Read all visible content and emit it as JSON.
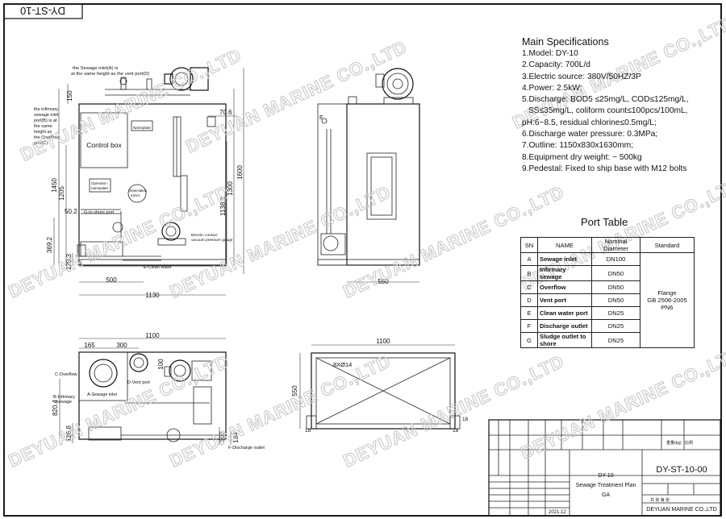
{
  "drawing_code": "DY-ST-10",
  "specs": {
    "title": "Main Specifications",
    "items": [
      "1.Model: DY-10",
      "2.Capacity: 700L/d",
      "3.Electric source: 380V/50HZ/3P",
      "4.Power: 2.5kW;",
      "5.Discharge: BOD5 ≤25mg/L, COD≤125mg/L,",
      "SS≤35mg/L, coliform count≤100pcs/100mL,",
      "pH:6~8.5, residual chlorine≤0.5mg/L;",
      "6.Discharge water pressure: 0.3MPa;",
      "7.Outline: 1150x830x1630mm;",
      "8.Equipment dry weight: ~ 500kg",
      "9.Pedestal: Fixed to ship base with M12 bolts"
    ]
  },
  "port_table": {
    "title": "Port Table",
    "headers": [
      "SN",
      "NAME",
      "Nominal Diameter",
      "Standard"
    ],
    "rows": [
      {
        "sn": "A",
        "name": "Sewage inlet",
        "dn": "DN100"
      },
      {
        "sn": "B",
        "name": "Infirmary sewage",
        "dn": "DN50"
      },
      {
        "sn": "C",
        "name": "Overflow",
        "dn": "DN50"
      },
      {
        "sn": "D",
        "name": "Vent port",
        "dn": "DN50"
      },
      {
        "sn": "E",
        "name": "Clean water port",
        "dn": "DN25"
      },
      {
        "sn": "F",
        "name": "Discharge outlet",
        "dn": "DN25"
      },
      {
        "sn": "G",
        "name": "Sludge outlet to shore",
        "dn": "DN25"
      }
    ],
    "standard_line1": "Flange",
    "standard_line2": "GB 2506-2005 PN6"
  },
  "front_view": {
    "note_sewage_inlet": [
      "the Sewage inlet(A) is",
      "at the same height as the vent port(D)"
    ],
    "note_infirmary": [
      "the infirmary",
      "sewage inlet",
      "port(B) is at",
      "the same",
      "height as",
      "the Overflow",
      "port(C)"
    ],
    "control_box": "Control box",
    "nameplate": "Nameplate",
    "operation_nameplate": [
      "Operation",
      "nameplate"
    ],
    "observation_mirror": [
      "Observation",
      "mirror"
    ],
    "electric_contact": [
      "Electric contact",
      "vacuum pressure gauge"
    ],
    "g_to_shore": "G-to shore port",
    "e_clean": "E-Clean water",
    "dims": {
      "d150": "150",
      "d1450": "1450",
      "d1205": "1205",
      "d50_2": "50.2",
      "d369_2": "369.2",
      "d120_3": "120.3",
      "d70_6": "70.6",
      "d1600": "1600",
      "d1300": "1300",
      "d1138_3": "1138.3",
      "d500": "500",
      "d1130": "1130"
    }
  },
  "side_view": {
    "label_e": "E",
    "d550": "550"
  },
  "top_view": {
    "d1100": "1100",
    "d165": "165",
    "d300": "300",
    "d100": "100",
    "c_overflow": "C-Overflow",
    "b_infirmary": [
      "B-Infirmary",
      "sewage"
    ],
    "a_sewage": "A-Sewage inlet",
    "d_vent": "D-Vent port",
    "d820_4": "820.4",
    "d126_8": "126.8",
    "d207": "207",
    "d134": "134",
    "f_discharge": "F-Discharge outlet"
  },
  "base_view": {
    "d1100": "1100",
    "holes": "8XØ14",
    "d550": "550",
    "d18a": "18",
    "d18b": "18",
    "d18c": "18"
  },
  "watermark": "DEYUAN MARINE CO.,LTD",
  "title_block": {
    "drawing_name": [
      "DY-10",
      "Sewage Treatment Plan",
      "GA"
    ],
    "drawing_no": "DY-ST-10-00",
    "company": "DEYUAN MARINE CO.,LTD",
    "date": "2021.12",
    "weight_label": "重量(kg)",
    "scale_label": "比例",
    "sheet_label": "共 张 第 张"
  }
}
